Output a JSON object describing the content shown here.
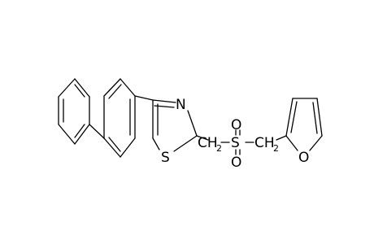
{
  "molecule": {
    "labels": {
      "nitrogen": "N",
      "sulfur_ring": "S",
      "ch2_left": "CH",
      "ch2_left_sub": "2",
      "sulfonyl_s": "S",
      "sulfonyl_o_top": "O",
      "sulfonyl_o_bottom": "O",
      "ch2_right": "CH",
      "ch2_right_sub": "2",
      "furan_o": "O"
    },
    "colors": {
      "bond": "#000000",
      "background": "#ffffff"
    }
  }
}
